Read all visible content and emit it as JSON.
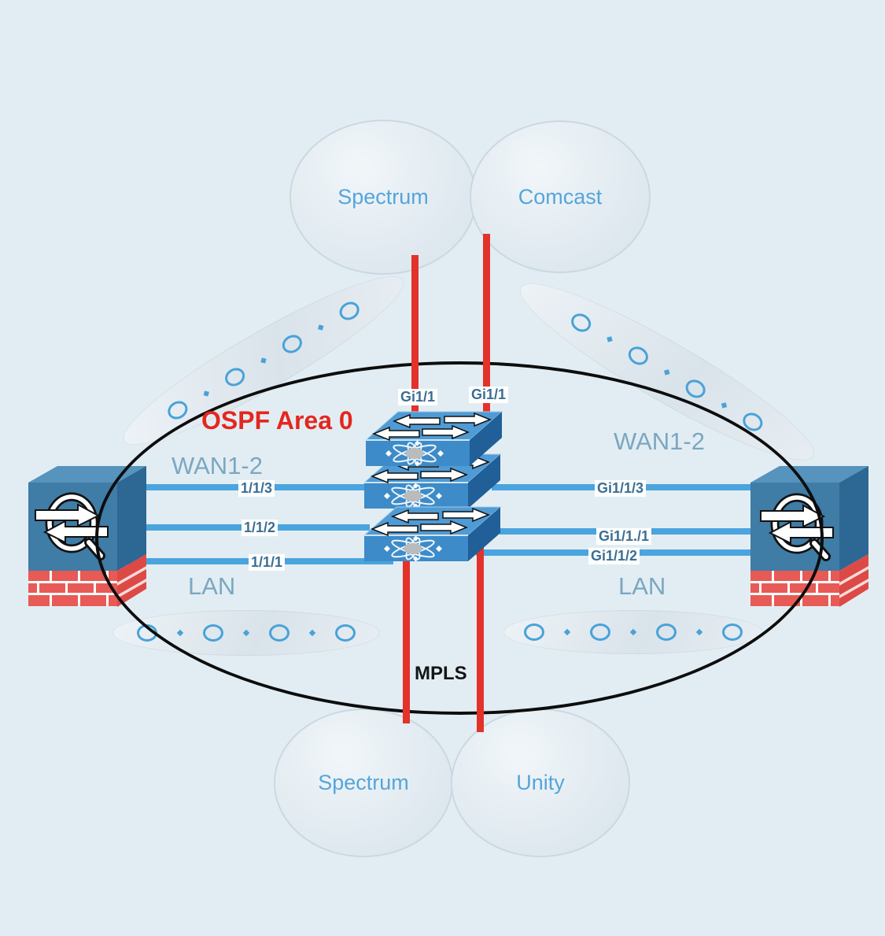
{
  "clouds": {
    "top_left": "Spectrum",
    "top_right": "Comcast",
    "bottom_left": "Spectrum",
    "bottom_right": "Unity"
  },
  "zones": {
    "ospf": "OSPF Area 0",
    "mpls": "MPLS",
    "wan_left": "WAN1-2",
    "wan_right": "WAN1-2",
    "lan_left": "LAN",
    "lan_right": "LAN"
  },
  "interfaces": {
    "uplink_left": "Gi1/1",
    "uplink_right": "Gi1/1",
    "left": [
      "1/1/3",
      "1/1/2",
      "1/1/1"
    ],
    "right": [
      "Gi1/1/3",
      "Gi1/1./1",
      "Gi1/1/2"
    ]
  },
  "colors": {
    "background": "#e2edf3",
    "link_blue": "#4aa4de",
    "link_red": "#e3322a",
    "ospf_text": "#e4271e",
    "zone_text": "#7ba7c1",
    "cloud_text": "#55a5da",
    "chip_text": "#3c6e94",
    "area_ellipse_stroke": "#0d0d0d",
    "switch_front": "#3d8bc8",
    "firewall_brick": "#e85a55"
  }
}
